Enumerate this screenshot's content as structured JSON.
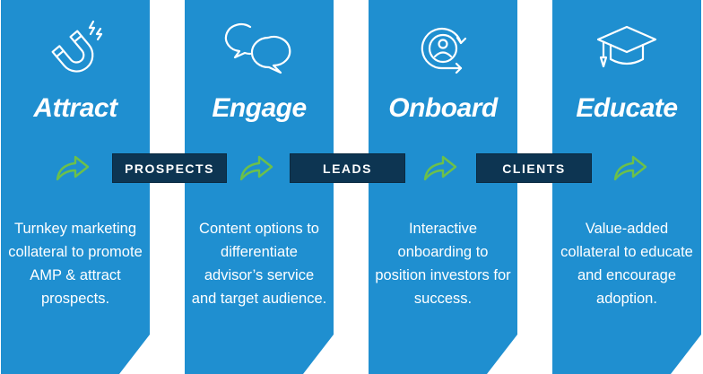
{
  "stages": [
    {
      "title": "Attract",
      "icon": "magnet-icon",
      "description": "Turnkey marketing collateral to promote AMP & attract prospects."
    },
    {
      "title": "Engage",
      "icon": "chat-bubbles-icon",
      "description": "Content options to differentiate advisor’s service and target audience."
    },
    {
      "title": "Onboard",
      "icon": "user-cycle-icon",
      "description": "Interactive onboarding to position investors for success."
    },
    {
      "title": "Educate",
      "icon": "graduation-cap-icon",
      "description": "Value-added collateral to educate and encourage adoption."
    }
  ],
  "connectors": [
    "PROSPECTS",
    "LEADS",
    "CLIENTS"
  ],
  "colors": {
    "panel": "#1f8fd0",
    "label_bg": "#0d3552",
    "arrow": "#6cc04a",
    "text": "#ffffff"
  }
}
